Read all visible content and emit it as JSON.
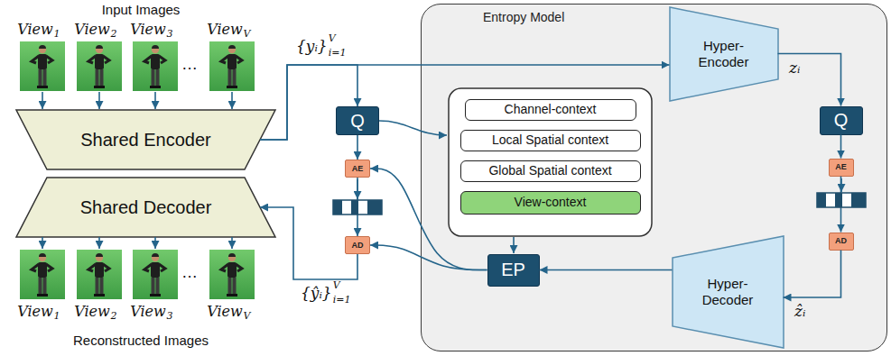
{
  "diagram": {
    "nodes": [
      {
        "text": [
          "Shared Encoder"
        ]
      },
      {
        "text": [
          "Shared Decoder"
        ]
      },
      {
        "text": [
          "Q"
        ]
      },
      {
        "text": [
          "AE"
        ]
      },
      {
        "text": [
          "AD"
        ]
      },
      {
        "text": [
          "Entropy Model"
        ]
      },
      {
        "text": [
          "Hyper- Encoder"
        ],
        "in": 5
      },
      {
        "text": [
          "Q"
        ],
        "in": 5
      },
      {
        "text": [
          "AE"
        ],
        "in": 5
      },
      {
        "text": [
          "AD"
        ],
        "in": 5
      },
      {
        "text": [
          "Channel-context"
        ],
        "in": 5
      },
      {
        "text": [
          "Local Spatial context"
        ],
        "in": 5
      },
      {
        "text": [
          "Global Spatial context"
        ],
        "in": 5
      },
      {
        "text": [
          "View-context"
        ],
        "in": 5
      },
      {
        "text": [
          "EP"
        ],
        "in": 5
      },
      {
        "text": [
          "Hyper- Decoder"
        ],
        "in": 5
      }
    ],
    "edges": [
      {
        "from": 0,
        "to": 2,
        "arrow": "to"
      },
      {
        "from": 0,
        "to": 6,
        "arrow": "to"
      },
      {
        "from": 2,
        "to": 3,
        "arrow": "to"
      },
      {
        "from": 3,
        "to": 4,
        "arrow": "to"
      },
      {
        "from": 4,
        "to": 1,
        "arrow": "to"
      },
      {
        "from": 6,
        "to": 7,
        "arrow": "to"
      },
      {
        "from": 7,
        "to": 8,
        "arrow": "to"
      },
      {
        "from": 8,
        "to": 9,
        "arrow": "to"
      },
      {
        "from": 9,
        "to": 15,
        "arrow": "to"
      },
      {
        "from": 15,
        "to": 14,
        "arrow": "to"
      },
      {
        "from": 14,
        "to": 3,
        "arrow": "to"
      },
      {
        "from": 14,
        "to": 4,
        "arrow": "to"
      }
    ],
    "labels": [
      "Input Images",
      "View",
      "1",
      "View",
      "2",
      "View",
      "3",
      "…",
      "View",
      "V",
      "{yᵢ}",
      "V",
      "i=1",
      "zᵢ",
      "ẑᵢ",
      "{ŷᵢ}",
      "V",
      "i=1",
      "View",
      "1",
      "View",
      "2",
      "View",
      "3",
      "…",
      "View",
      "V",
      "Reconstructed Images"
    ]
  }
}
